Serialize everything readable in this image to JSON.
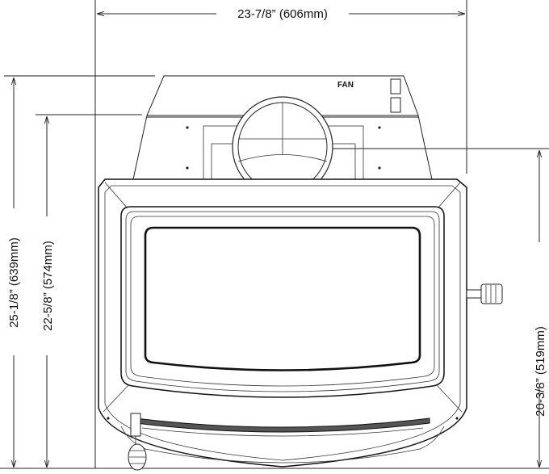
{
  "dimensions": {
    "width": "23-7/8” (606mm)",
    "height_total": "25-1/8” (639mm)",
    "height_body": "22-5/8” (574mm)",
    "height_flue": "20-3/8” (519mm)"
  },
  "labels": {
    "fan": "FAN"
  }
}
